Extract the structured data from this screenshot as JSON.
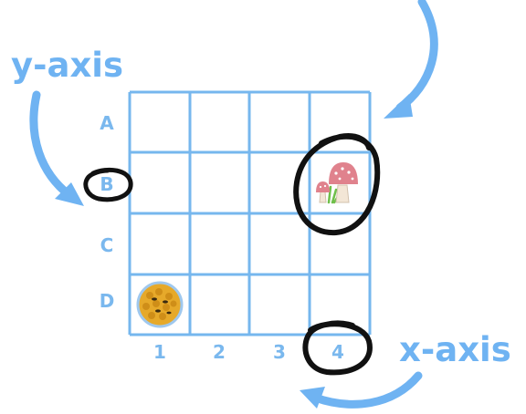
{
  "labels": {
    "y_axis": "y-axis",
    "x_axis": "x-axis"
  },
  "grid": {
    "rows": [
      "A",
      "B",
      "C",
      "D"
    ],
    "columns": [
      "1",
      "2",
      "3",
      "4"
    ]
  },
  "items": [
    {
      "name": "mushrooms",
      "icon": "mushroom-icon",
      "row": "B",
      "column": "4"
    },
    {
      "name": "honeycomb",
      "icon": "honeycomb-icon",
      "row": "D",
      "column": "1"
    }
  ],
  "highlights": [
    {
      "target": "row-label-B"
    },
    {
      "target": "cell-B4"
    },
    {
      "target": "column-label-4"
    }
  ],
  "colors": {
    "accent": "#6fb3f2",
    "grid_line": "#76b7ee",
    "label_text": "#7ab8ee",
    "marker_ink": "#111111",
    "mushroom_cap": "#e0828d",
    "honey": "#e6a92a"
  }
}
